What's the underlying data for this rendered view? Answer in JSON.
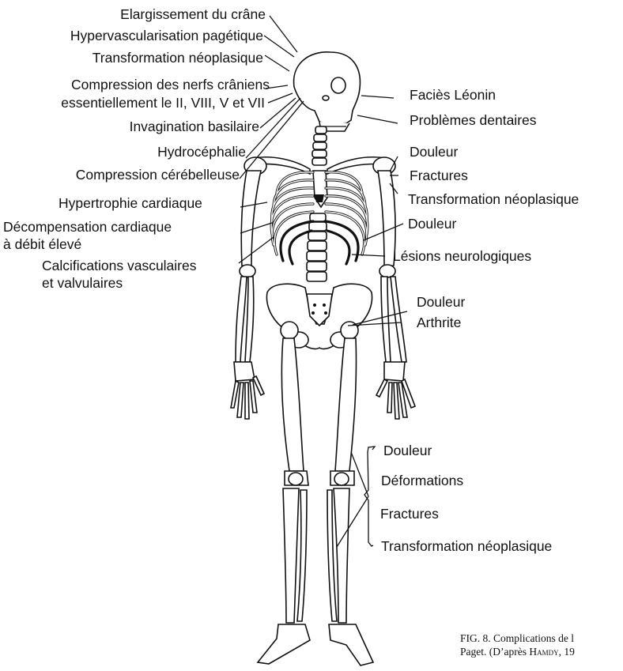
{
  "labels_left": [
    "Elargissement du crâne",
    "Hypervascularisation pagétique",
    "Transformation néoplasique",
    "Compression des nerfs crâniens",
    "essentiellement le II, VIII, V et VII",
    "Invagination basilaire",
    "Hydrocéphalie",
    "Compression cérébelleuse",
    "Hypertrophie cardiaque",
    "Décompensation cardiaque",
    "à débit élevé",
    "Calcifications vasculaires",
    "et valvulaires"
  ],
  "labels_right": [
    "Faciès Léonin",
    "Problèmes dentaires",
    "Douleur",
    "Fractures",
    "Transformation néoplasique",
    "Douleur",
    "Lésions neurologiques",
    "Douleur",
    "Arthrite"
  ],
  "labels_legs": [
    "Douleur",
    "Déformations",
    "Fractures",
    "Transformation néoplasique"
  ],
  "caption": {
    "line1": "FIG. 8. Complications de l",
    "line2_pre": "Paget. (D’après ",
    "line2_author": "Hamdy",
    "line2_post": ", 19"
  }
}
